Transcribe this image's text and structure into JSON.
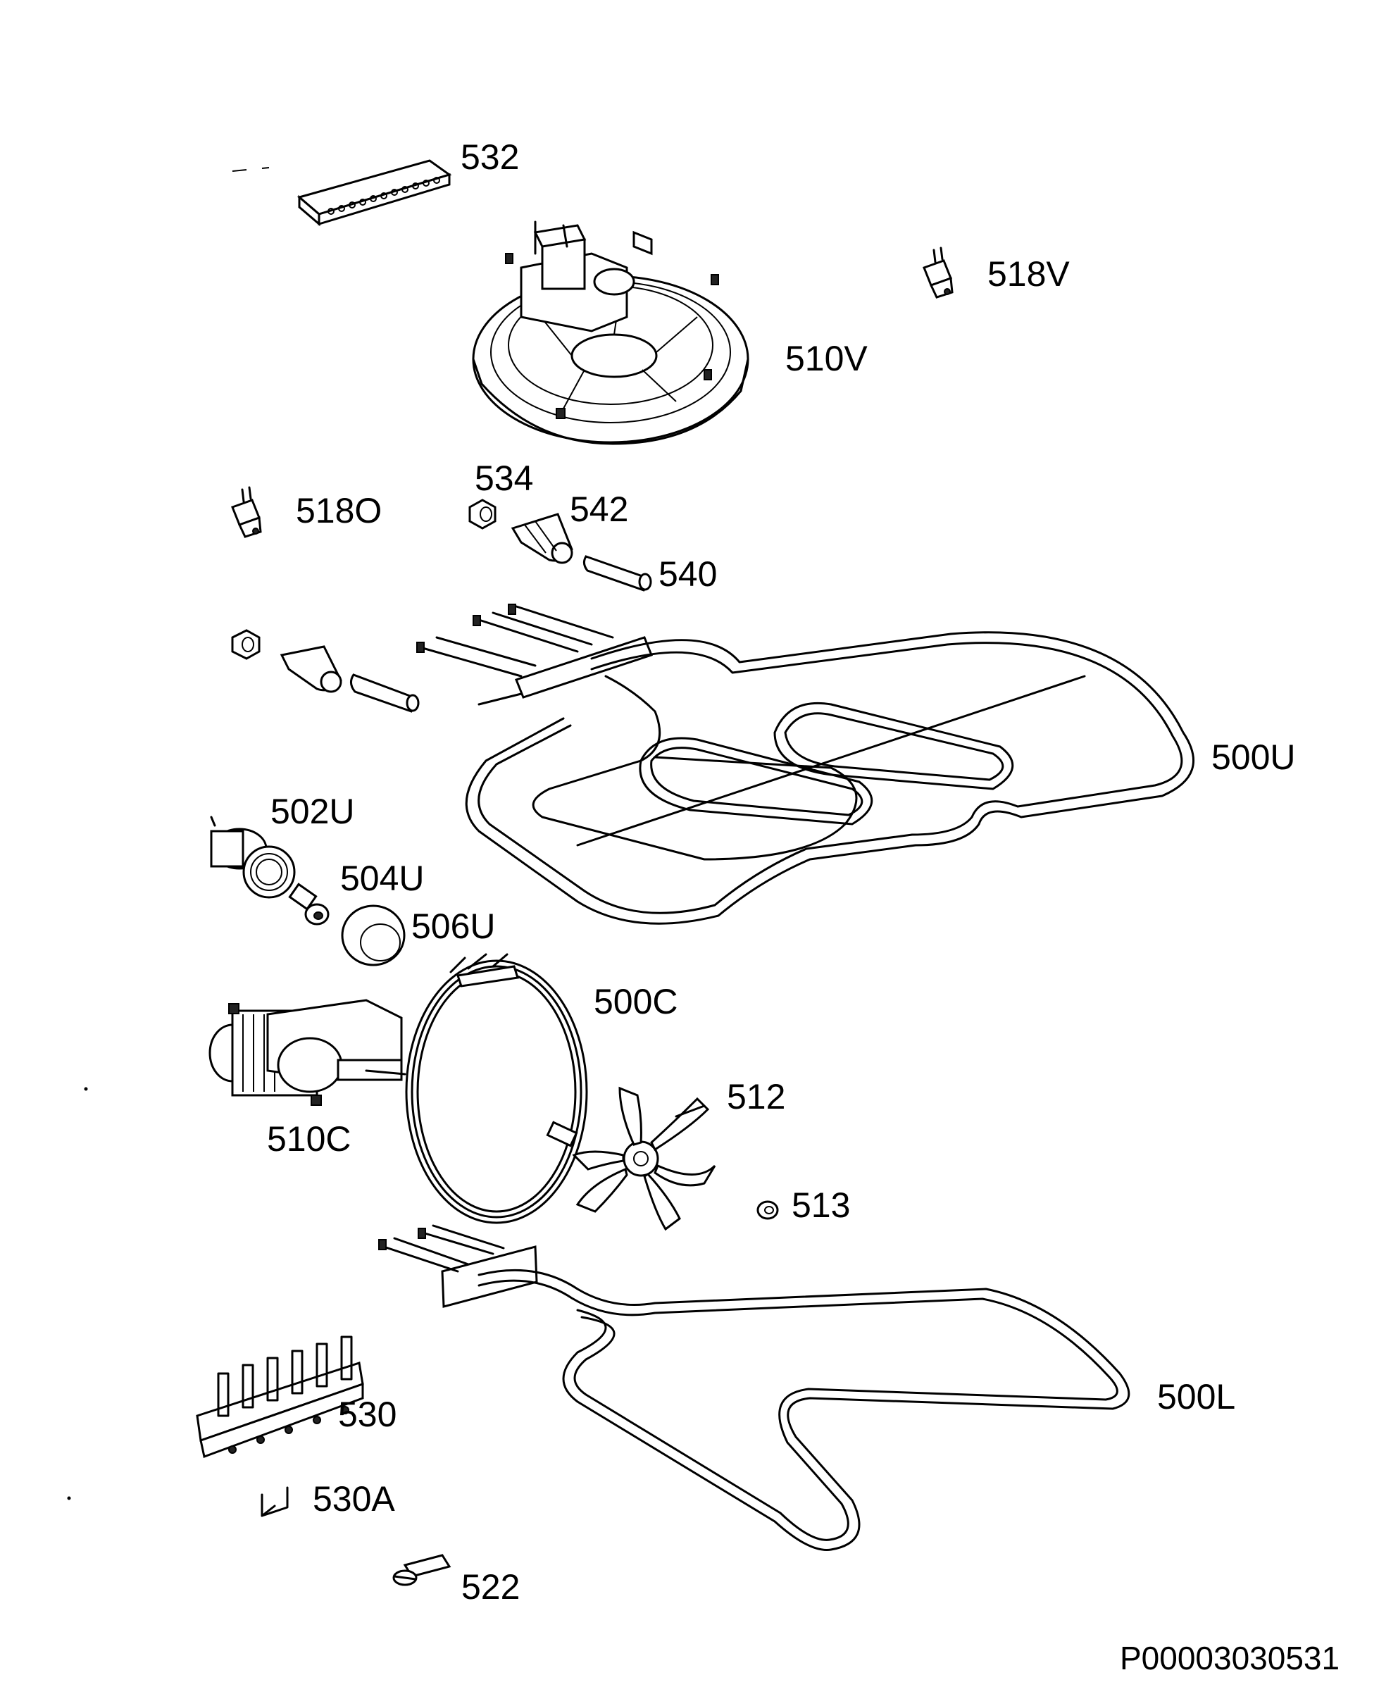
{
  "diagram": {
    "parts": [
      {
        "id": "p532",
        "label": "532"
      },
      {
        "id": "p518V",
        "label": "518V"
      },
      {
        "id": "p510V",
        "label": "510V"
      },
      {
        "id": "p534",
        "label": "534"
      },
      {
        "id": "p518O",
        "label": "518O"
      },
      {
        "id": "p542",
        "label": "542"
      },
      {
        "id": "p540",
        "label": "540"
      },
      {
        "id": "p500U",
        "label": "500U"
      },
      {
        "id": "p502U",
        "label": "502U"
      },
      {
        "id": "p504U",
        "label": "504U"
      },
      {
        "id": "p506U",
        "label": "506U"
      },
      {
        "id": "p500C",
        "label": "500C"
      },
      {
        "id": "p512",
        "label": "512"
      },
      {
        "id": "p510C",
        "label": "510C"
      },
      {
        "id": "p513",
        "label": "513"
      },
      {
        "id": "p500L",
        "label": "500L"
      },
      {
        "id": "p530",
        "label": "530"
      },
      {
        "id": "p530A",
        "label": "530A"
      },
      {
        "id": "p522",
        "label": "522"
      }
    ],
    "document_id": "P00003030531"
  }
}
